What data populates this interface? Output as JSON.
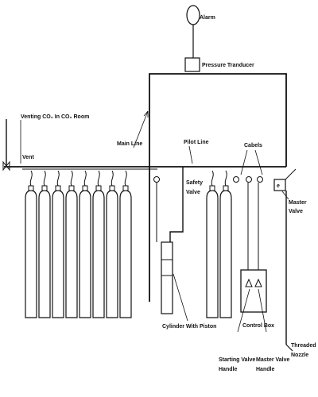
{
  "diagram": {
    "labels": {
      "alarm": "Alarm",
      "pressure_transducer": "Pressure Tranducer",
      "venting": "Venting CO₂ In CO₂ Room",
      "vent": "Vent",
      "main_line": "Main Line",
      "pilot_line": "Pilot Line",
      "cabels": "Cabels",
      "safety_valve_1": "Safety",
      "safety_valve_2": "Valve",
      "master_valve_1": "Master",
      "master_valve_2": "Valve",
      "cylinder_with_piston": "Cylinder With Piston",
      "control_box": "Control Box",
      "threaded_nozzle_1": "Threaded",
      "threaded_nozzle_2": "Nozzle",
      "starting_valve_handle_1": "Starting Valve",
      "starting_valve_handle_2": "Handle",
      "master_valve_handle_1": "Master Valve",
      "master_valve_handle_2": "Handle"
    },
    "components": {
      "left_cylinder_bank_count": 8,
      "right_cylinder_bank_count": 2
    },
    "colors": {
      "line": "#111111",
      "background": "#ffffff"
    }
  }
}
